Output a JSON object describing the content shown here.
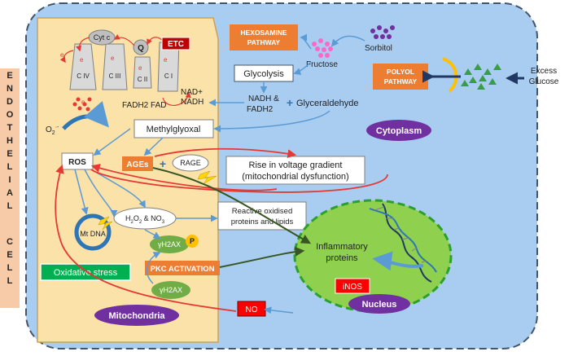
{
  "labels": {
    "endothelial_letters": [
      "E",
      "N",
      "D",
      "O",
      "T",
      "H",
      "E",
      "L",
      "I",
      "A",
      "L"
    ],
    "cell_letters": [
      "C",
      "E",
      "L",
      "L"
    ],
    "etc": "ETC",
    "cyt_c": "Cyt c",
    "q": "Q",
    "c_iv": "C IV",
    "c_iii": "C III",
    "c_ii": "C II",
    "c_i": "C I",
    "electron": "e",
    "fadh2_fad": "FADH2  FAD",
    "nad_plus": "NAD+",
    "nadh": "NADH",
    "superoxide": "O",
    "superoxide_sup": "2",
    "superoxide_charge": "·-",
    "ros": "ROS",
    "methylglyoxal": "Methylglyoxal",
    "ages": "AGEs",
    "rage": "RAGE",
    "rise_line1": "Rise in voltage gradient",
    "rise_line2": "(mitochondrial dysfunction)",
    "h2o2": "H",
    "h2o2_mid": "O",
    "h2o2_tail": " & NO",
    "h2o2_sub2": "2",
    "h2o2_sub3": "3",
    "reactive_line1": "Reactive oxidised",
    "reactive_line2": "proteins and lipids",
    "mt_dna": "Mt DNA",
    "gamma_h2ax": "γH2AX",
    "p": "P",
    "oxidative_stress": "Oxidative stress",
    "pkc_activation": "PKC ACTIVATION",
    "mitochondria": "Mitochondria",
    "no": "NO",
    "inos": "iNOS",
    "nucleus": "Nucleus",
    "inflammatory_line1": "Inflammatory",
    "inflammatory_line2": "proteins",
    "hexosamine_line1": "HEXOSAMINE",
    "hexosamine_line2": "PATHWAY",
    "sorbitol": "Sorbitol",
    "fructose": "Fructose",
    "glycolysis": "Glycolysis",
    "nadh_fadh2_line1": "NADH &",
    "nadh_fadh2_line2": "FADH2",
    "glyceraldehyde": "Glyceraldehyde",
    "polyol_line1": "POLYOL",
    "polyol_line2": "PATHWAY",
    "excess_line1": "Excess",
    "excess_line2": "Glucose",
    "cytoplasm": "Cytoplasm"
  },
  "colors": {
    "cell_fill": "#a9cdf1",
    "mito_fill": "#fbe2a8",
    "orange": "#ed7d31",
    "red": "#e53935",
    "purple": "#7030a0",
    "green_box": "#00b050",
    "nucleus_fill": "#8fd14f",
    "pink_dot": "#ff66cc",
    "purple_dot": "#7030a0",
    "triangle_green": "#3a9b4a"
  }
}
